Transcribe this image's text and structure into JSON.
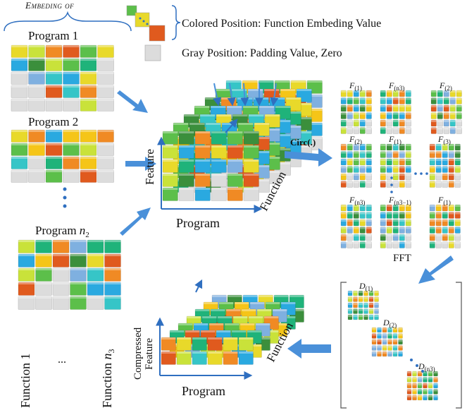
{
  "legend": {
    "embedding_header": "Embeding of",
    "colored_text": "Colored Position: Function Embeding Value",
    "gray_text": "Gray Position: Padding Value, Zero"
  },
  "programs": {
    "p1_label": "Program 1",
    "p2_label": "Program 2",
    "pn_label_main": "Program ",
    "pn_label_var": "n",
    "pn_label_sub": "2"
  },
  "function_axis": {
    "f1_label": "Function 1",
    "dots": "...",
    "fn_main": "Function ",
    "fn_var": "n",
    "fn_sub": "3"
  },
  "tensor1": {
    "feature_axis": "Feature",
    "function_axis": "Function",
    "program_axis": "Program"
  },
  "circ_label": "Circ(.)",
  "fft_label": "FFT",
  "circ_mats": [
    {
      "letter": "F",
      "sub": "(1)"
    },
    {
      "letter": "F",
      "sub": "(n3)"
    },
    {
      "letter": "F",
      "sub": "(2)"
    },
    {
      "letter": "F",
      "sub": "(2)"
    },
    {
      "letter": "F",
      "sub": "(1)"
    },
    {
      "letter": "F",
      "sub": "(3)"
    },
    {
      "letter": "F",
      "sub": "(n3)"
    },
    {
      "letter": "F",
      "sub": "(n3−1)"
    },
    {
      "letter": "F",
      "sub": "(1)"
    }
  ],
  "diag_mats": [
    {
      "letter": "D",
      "sub": "(1)"
    },
    {
      "letter": "D",
      "sub": "(2)"
    },
    {
      "letter": "D",
      "sub": "(n3)"
    }
  ],
  "tensor2": {
    "feature_axis_line1": "Compressed",
    "feature_axis_line2": "Feature",
    "function_axis": "Function",
    "program_axis": "Program"
  },
  "colors": {
    "palette": [
      "#2aa9e0",
      "#f08a24",
      "#e05a1e",
      "#1fb37a",
      "#5cbf4a",
      "#e8d92a",
      "#c9e23a",
      "#36c5c7",
      "#7fb0e0",
      "#3b8f3c",
      "#f5c518",
      "#d0d0d0"
    ],
    "gray": "#dcdcdc",
    "arrow": "#4a90d9",
    "axis": "#2f6fc0"
  }
}
